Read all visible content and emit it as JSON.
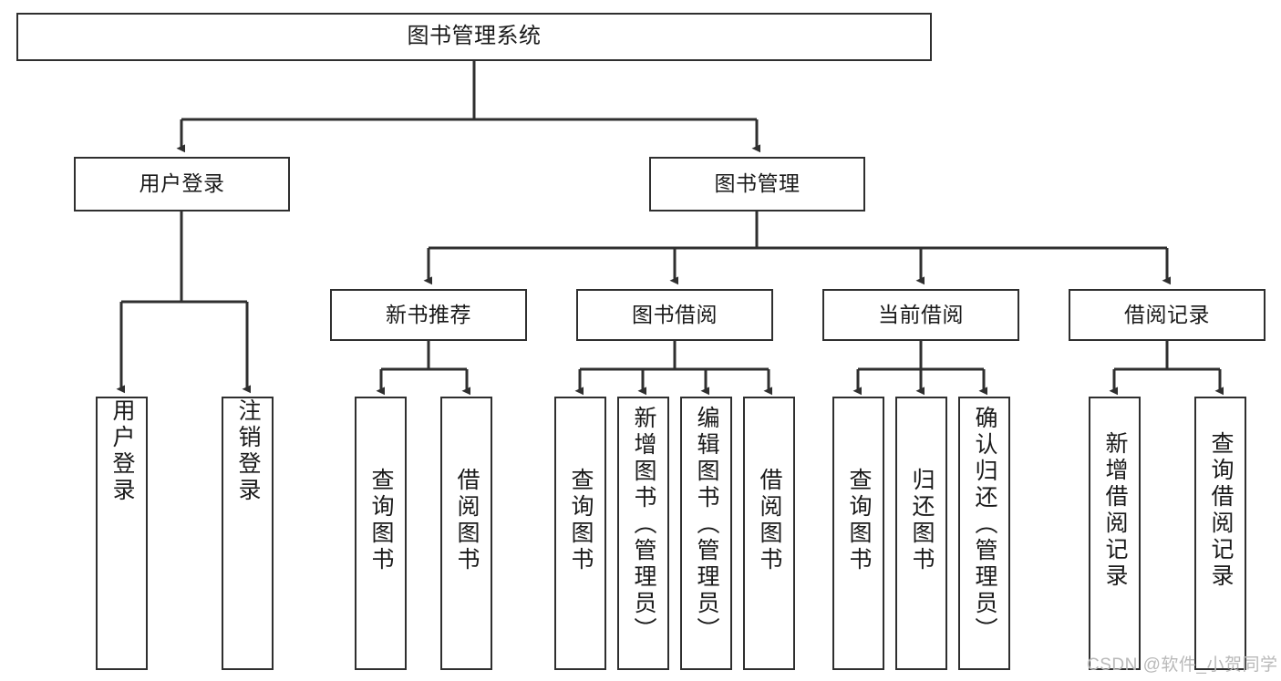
{
  "diagram": {
    "title": "图书管理系统",
    "type": "tree-hierarchy-chart",
    "colors": {
      "box_border": "#2f2f2f",
      "box_fill": "#ffffff",
      "edge": "#2f2f2f",
      "text": "#1a1a1a",
      "watermark": "#b9b9b9",
      "background": "#ffffff"
    },
    "root": {
      "label": "图书管理系统"
    },
    "level2": [
      {
        "id": "user-login",
        "label": "用户登录"
      },
      {
        "id": "book-manage",
        "label": "图书管理"
      }
    ],
    "level3": [
      {
        "id": "new-book-recommend",
        "label": "新书推荐"
      },
      {
        "id": "book-borrow",
        "label": "图书借阅"
      },
      {
        "id": "current-borrow",
        "label": "当前借阅"
      },
      {
        "id": "borrow-record",
        "label": "借阅记录"
      }
    ],
    "leaves": {
      "user_login": [
        {
          "id": "leaf-user-login",
          "label": "用户登录"
        },
        {
          "id": "leaf-logout-login",
          "label": "注销登录"
        }
      ],
      "new_book_recommend": [
        {
          "id": "leaf-query-book-1",
          "label": "查询图书"
        },
        {
          "id": "leaf-borrow-book-1",
          "label": "借阅图书"
        }
      ],
      "book_borrow": [
        {
          "id": "leaf-query-book-2",
          "label": "查询图书"
        },
        {
          "id": "leaf-add-book",
          "label": "新增图书（管理员）"
        },
        {
          "id": "leaf-edit-book",
          "label": "编辑图书（管理员）"
        },
        {
          "id": "leaf-borrow-book-2",
          "label": "借阅图书"
        }
      ],
      "current_borrow": [
        {
          "id": "leaf-query-book-3",
          "label": "查询图书"
        },
        {
          "id": "leaf-return-book",
          "label": "归还图书"
        },
        {
          "id": "leaf-confirm-return",
          "label": "确认归还（管理员）"
        }
      ],
      "borrow_record": [
        {
          "id": "leaf-add-record",
          "label": "新增借阅记录"
        },
        {
          "id": "leaf-query-record",
          "label": "查询借阅记录"
        }
      ]
    },
    "watermark": "CSDN @软件_小贺同学"
  }
}
